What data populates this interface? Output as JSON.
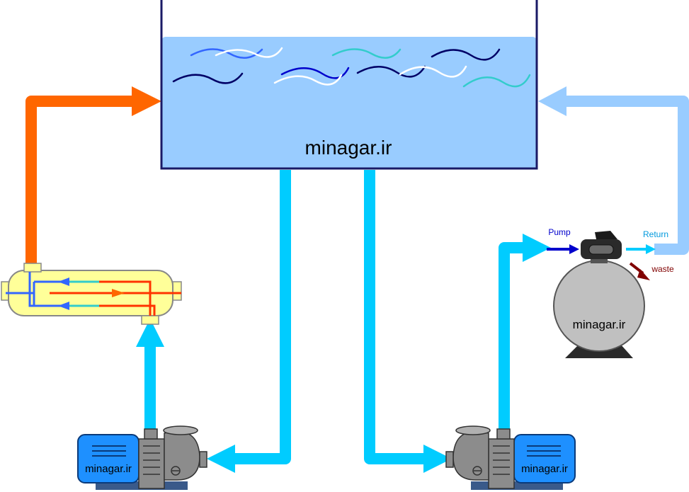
{
  "tank": {
    "label": "minagar.ir"
  },
  "filter": {
    "label": "minagar.ir",
    "pump_label": "Pump",
    "return_label": "Return",
    "waste_label": "waste"
  },
  "pump_left": {
    "label": "minagar.ir"
  },
  "pump_right": {
    "label": "minagar.ir"
  },
  "colors": {
    "water": "#99ccff",
    "tank_border": "#1a1a66",
    "pipe_cold": "#00ccff",
    "pipe_hot": "#ff6600",
    "pipe_return": "#99ccff",
    "motor_blue": "#1e90ff",
    "pump_grey": "#8c8c8c",
    "filter_grey": "#c0c0c0",
    "exchanger_body": "#ffff99",
    "arrow_pump": "#0000cc",
    "arrow_return": "#00ccff",
    "arrow_waste": "#800000"
  }
}
